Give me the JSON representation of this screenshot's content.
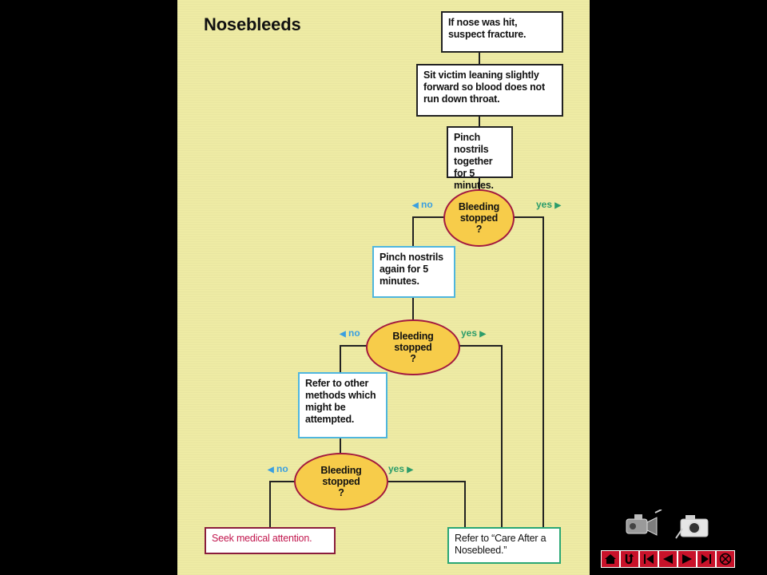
{
  "title": "Nosebleeds",
  "boxes": {
    "fracture": "If nose was hit, suspect fracture.",
    "sit": "Sit victim leaning slightly forward so blood does not run down throat.",
    "pinch": "Pinch nostrils together for 5 minutes.",
    "pinch_again": "Pinch nostrils again for 5 minutes.",
    "refer_other": "Refer to other methods which might be attempted.",
    "seek": "Seek medical attention.",
    "care": "Refer to “Care After a Nosebleed.”"
  },
  "decision": {
    "line1": "Bleeding",
    "line2": "stopped",
    "line3": "?"
  },
  "labels": {
    "no": "no",
    "yes": "yes"
  },
  "colors": {
    "background": "#eeeba4",
    "oval_fill": "#f7cc4a",
    "oval_border": "#a3193f",
    "blue_border": "#4fb6de",
    "no_text": "#3a9fe0",
    "yes_text": "#2b9c6a",
    "seek_text": "#c2184f",
    "nav_button": "#c8122a"
  },
  "icons": {
    "video": "video-camera-icon",
    "camera": "photo-camera-icon",
    "nav": [
      "home-icon",
      "return-icon",
      "first-page-icon",
      "previous-icon",
      "next-icon",
      "last-page-icon",
      "close-icon"
    ]
  }
}
